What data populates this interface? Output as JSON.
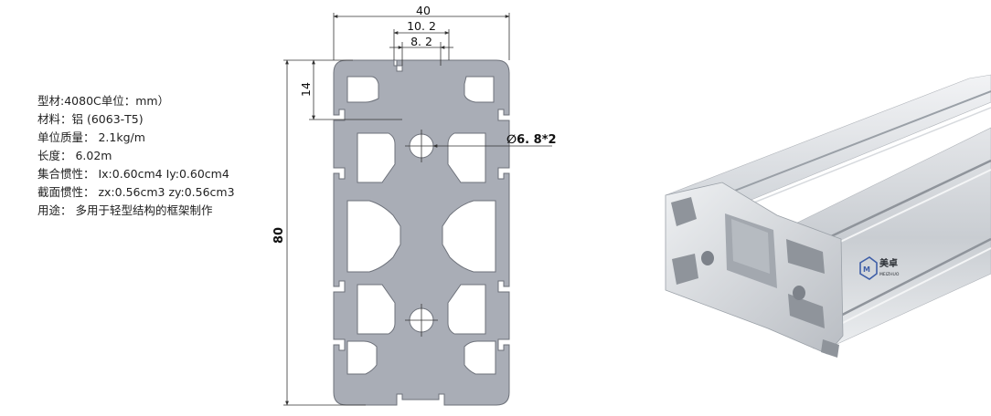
{
  "specs": [
    "型材:4080C单位：mm）",
    "材料：铝 (6063-T5)",
    "单位质量：  2.1kg/m",
    "长度：  6.02m",
    "集合惯性：  Ix:0.60cm4 Iy:0.60cm4",
    "截面惯性：  zx:0.56cm3 zy:0.56cm3",
    "用途：  多用于轻型结构的框架制作"
  ],
  "dimensions": {
    "width": "40",
    "slot_outer": "10. 2",
    "slot_inner": "8. 2",
    "slot_depth": "14",
    "height": "80",
    "hole": "∅6. 8*2"
  },
  "colors": {
    "profile_fill": "#a9adb6",
    "profile_stroke": "#6d717a",
    "dimension_line": "#333333",
    "render_light": "#e6e8eb",
    "render_mid": "#c3c7cd",
    "render_dark": "#8f949b",
    "logo_blue": "#3f5fa8"
  },
  "logo": {
    "brand_text": "美卓",
    "brand_subtext": "MEIZHUO"
  }
}
